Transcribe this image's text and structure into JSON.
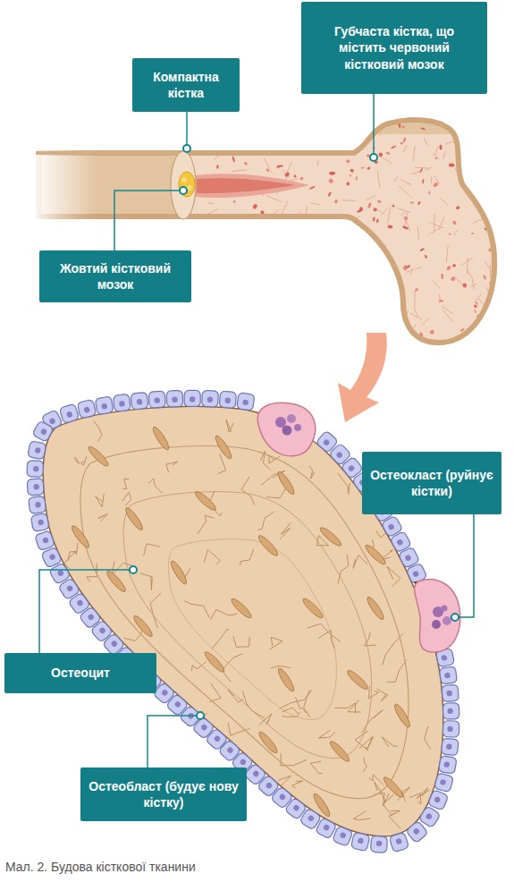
{
  "diagram": {
    "caption": "Мал. 2. Будова кісткової тканини",
    "nodes": [
      {
        "text": [
          "Губчаста кістка, що містить червоний кістковий мозок"
        ]
      },
      {
        "text": [
          "Компактна кістка"
        ]
      },
      {
        "text": [
          "Жовтий кістковий мозок"
        ]
      },
      {
        "text": [
          "Остеокласт (руйнує кістки)"
        ]
      },
      {
        "text": [
          "Остеоцит"
        ]
      },
      {
        "text": [
          "Остеобласт (будує нову кістку)"
        ]
      }
    ]
  }
}
